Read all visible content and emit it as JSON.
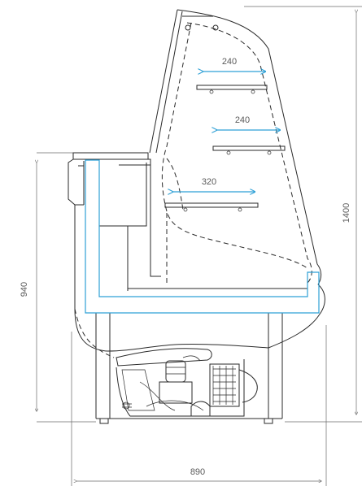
{
  "dimensions": {
    "shelf_top_depth": "240",
    "shelf_middle_depth": "240",
    "shelf_bottom_depth": "320",
    "counter_height": "940",
    "total_height": "1400",
    "total_depth": "890"
  },
  "colors": {
    "insulation": "#2ea0d6",
    "shelf_arrow": "#2ea0d6",
    "outline": "#2a2a2a",
    "dimension": "#6a6a6a"
  }
}
